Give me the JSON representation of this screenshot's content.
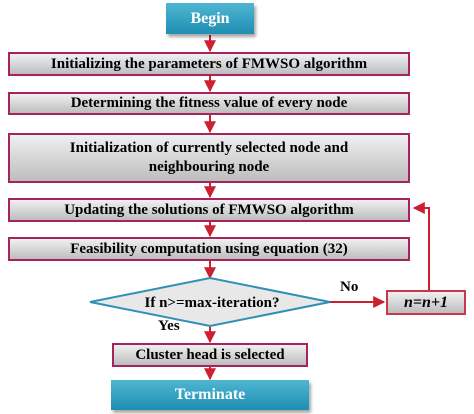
{
  "flowchart": {
    "start": "Begin",
    "steps": [
      "Initializing the parameters of FMWSO algorithm",
      "Determining the fitness value of every node",
      "Initialization of currently selected node and neighbouring node",
      "Updating the solutions of FMWSO algorithm",
      "Feasibility computation using equation (32)"
    ],
    "decision": "If n>=max-iteration?",
    "no_label": "No",
    "yes_label": "Yes",
    "increment": "n=n+1",
    "final_step": "Cluster head is selected",
    "end": "Terminate"
  },
  "colors": {
    "terminal": "#1f8eb3",
    "border": "#a8225d",
    "arrow": "#cc1f2f",
    "box_fill": "#d8d8d8"
  }
}
